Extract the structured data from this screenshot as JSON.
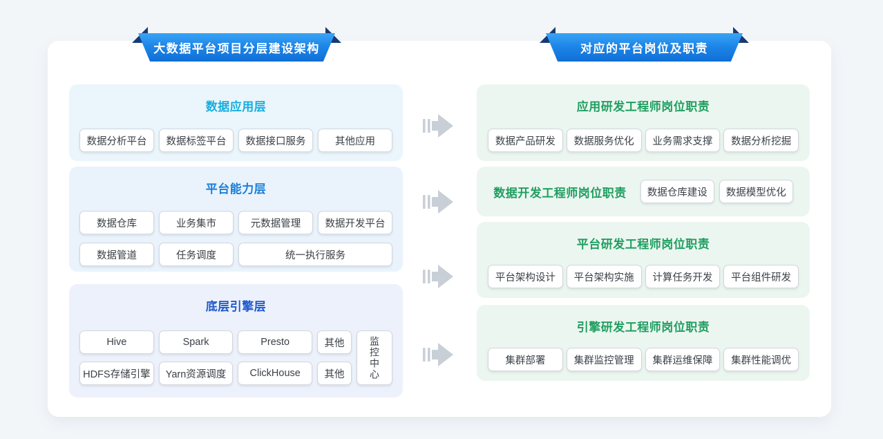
{
  "banners": {
    "left": "大数据平台项目分层建设架构",
    "right": "对应的平台岗位及职责"
  },
  "left_column": {
    "section1": {
      "title": "数据应用层",
      "chips": [
        "数据分析平台",
        "数据标签平台",
        "数据接口服务",
        "其他应用"
      ]
    },
    "section2": {
      "title": "平台能力层",
      "row1": [
        "数据仓库",
        "业务集市",
        "元数据管理",
        "数据开发平台"
      ],
      "row2": [
        "数据管道",
        "任务调度",
        "统一执行服务"
      ]
    },
    "section3": {
      "title": "底层引擎层",
      "row1": [
        "Hive",
        "Spark",
        "Presto",
        "其他"
      ],
      "row2": [
        "HDFS存储引擎",
        "Yarn资源调度",
        "ClickHouse",
        "其他"
      ],
      "side_chip": "监控中心"
    }
  },
  "right_column": {
    "section1": {
      "title": "应用研发工程师岗位职责",
      "chips": [
        "数据产品研发",
        "数据服务优化",
        "业务需求支撑",
        "数据分析挖掘"
      ]
    },
    "section2": {
      "title": "数据开发工程师岗位职责",
      "chips": [
        "数据仓库建设",
        "数据模型优化"
      ]
    },
    "section3": {
      "title": "平台研发工程师岗位职责",
      "chips": [
        "平台架构设计",
        "平台架构实施",
        "计算任务开发",
        "平台组件研发"
      ]
    },
    "section4": {
      "title": "引擎研发工程师岗位职责",
      "chips": [
        "集群部署",
        "集群监控管理",
        "集群运维保障",
        "集群性能调优"
      ]
    }
  },
  "icons": {
    "flow_arrow": "fast-forward-arrow"
  },
  "colors": {
    "page_bg": "#f3f6f9",
    "card_bg": "#ffffff",
    "banner_gradient_top": "#3ba4f5",
    "banner_gradient_bottom": "#0f6fd6",
    "banner_fold": "#173a73",
    "title_app_layer": "#16addf",
    "title_platform_layer": "#1a7fd8",
    "title_engine_layer": "#1e59cb",
    "title_role": "#1f9e60",
    "panel_app_bg": "#eaf6fb",
    "panel_platform_bg": "#eaf3fc",
    "panel_engine_bg": "#edf1fb",
    "panel_role_bg": "#ecf6f0",
    "chip_border": "#d2d6dc",
    "chip_text": "#3b4047",
    "arrow": "#c9cfd7"
  }
}
